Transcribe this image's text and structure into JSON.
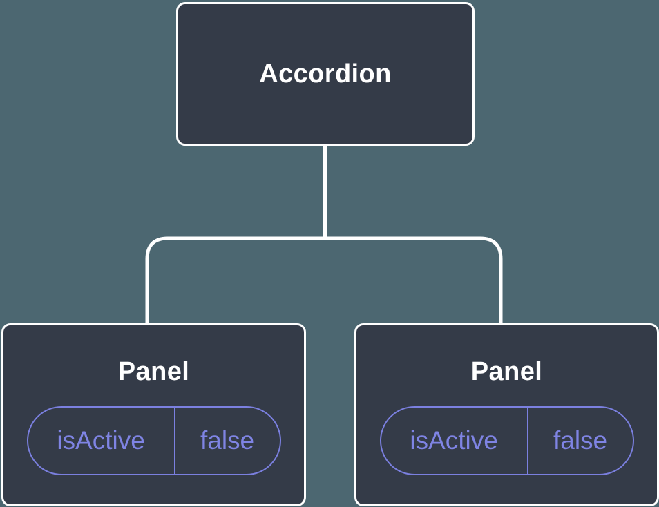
{
  "diagram": {
    "type": "component-tree",
    "colors": {
      "background": "#4c6771",
      "node_fill": "#343b48",
      "node_border": "#ffffff",
      "node_text": "#ffffff",
      "connector": "#ffffff",
      "accent": "#7b80e0",
      "accent_text": "#7f84e4"
    },
    "root": {
      "label": "Accordion"
    },
    "children": [
      {
        "label": "Panel",
        "prop": {
          "name": "isActive",
          "value": "false"
        }
      },
      {
        "label": "Panel",
        "prop": {
          "name": "isActive",
          "value": "false"
        }
      }
    ]
  }
}
